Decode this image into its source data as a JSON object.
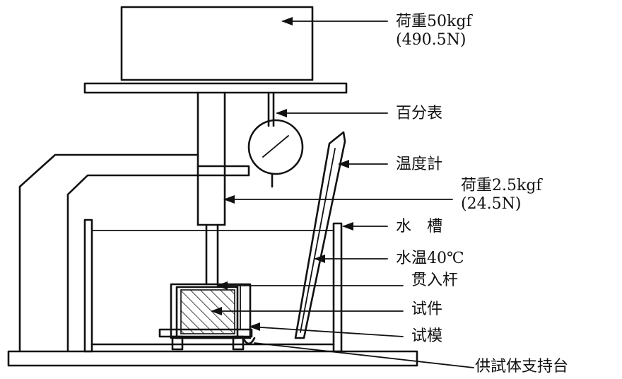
{
  "labels": {
    "load_main_line1": "荷重50kgf",
    "load_main_line2": "(490.5N)",
    "dial_gauge": "百分表",
    "thermometer": "温度計",
    "load_small_line1": "荷重2.5kgf",
    "load_small_line2": "(24.5N)",
    "water_bath": "水　槽",
    "water_temp": "水温40℃",
    "penetration_rod": "贯入杆",
    "specimen": "试件",
    "mold": "试模",
    "specimen_support": "供試体支持台"
  }
}
